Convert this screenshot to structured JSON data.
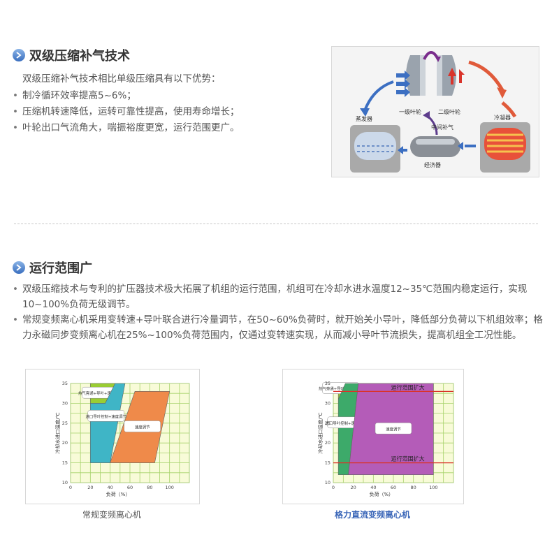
{
  "section1": {
    "title": "双级压缩补气技术",
    "intro": "双级压缩补气技术相比单级压缩具有以下优势：",
    "bullets": [
      "制冷循环效率提高5~6%；",
      "压缩机转速降低，运转可靠性提高，使用寿命增长；",
      "叶轮出口气流角大，喘振裕度更宽，运行范围更广。"
    ],
    "diagram": {
      "evaporator": "蒸发器",
      "impeller1": "一级叶轮",
      "impeller2": "二级叶轮",
      "condenser": "冷凝器",
      "injection": "中间补气",
      "economizer": "经济器"
    }
  },
  "section2": {
    "title": "运行范围广",
    "bullets": [
      "双级压缩技术与专利的扩压器技术极大拓展了机组的运行范围，机组可在冷却水进水温度12~35℃范围内稳定运行，实现10~100%负荷无级调节。",
      "常规变频离心机采用变转速+导叶联合进行冷量调节，在50~60%负荷时，就开始关小导叶，降低部分负荷以下机组效率；格力永磁同步变频离心机在25%~100%负荷范围内，仅通过变转速实现，从而减小导叶节流损失，提高机组全工况性能。"
    ]
  },
  "chart_data": [
    {
      "type": "area",
      "title": "常规变频离心机",
      "xlabel": "负荷（%）",
      "ylabel": "冷却水进口温度/℃",
      "xlim": [
        0,
        120
      ],
      "ylim": [
        10,
        35
      ],
      "xticks": [
        0,
        20,
        40,
        60,
        80,
        100
      ],
      "yticks": [
        10,
        15,
        20,
        25,
        30,
        35
      ],
      "grid": true,
      "regions": [
        {
          "name": "热气旁通+导叶+速度调节",
          "color": "#9acd32",
          "points": [
            [
              20,
              30
            ],
            [
              35,
              30
            ],
            [
              45,
              35
            ],
            [
              20,
              35
            ]
          ]
        },
        {
          "name": "进口导叶控制+速度调节",
          "color": "#3fb5c6",
          "points": [
            [
              20,
              15
            ],
            [
              40,
              15
            ],
            [
              55,
              35
            ],
            [
              45,
              35
            ],
            [
              35,
              30
            ],
            [
              20,
              30
            ]
          ]
        },
        {
          "name": "速度调节",
          "color": "#ef8a4a",
          "points": [
            [
              40,
              15
            ],
            [
              85,
              15
            ],
            [
              100,
              33
            ],
            [
              65,
              33
            ]
          ]
        }
      ]
    },
    {
      "type": "area",
      "title": "格力直流变频离心机",
      "xlabel": "负荷（%）",
      "ylabel": "冷却水进口温度/℃",
      "xlim": [
        0,
        120
      ],
      "ylim": [
        10,
        35
      ],
      "xticks": [
        0,
        20,
        40,
        60,
        80,
        100
      ],
      "yticks": [
        10,
        15,
        20,
        25,
        30,
        35
      ],
      "grid": true,
      "regions": [
        {
          "name": "热气旁通+导叶+速度调节",
          "color": "#9acd32",
          "points": [
            [
              5,
              31
            ],
            [
              12,
              35
            ],
            [
              5,
              35
            ]
          ]
        },
        {
          "name": "进口导叶控制+速度调节",
          "color": "#3daa6a",
          "points": [
            [
              5,
              12
            ],
            [
              15,
              12
            ],
            [
              25,
              35
            ],
            [
              12,
              35
            ],
            [
              5,
              31
            ]
          ]
        },
        {
          "name": "速度调节",
          "color": "#b45cb8",
          "points": [
            [
              15,
              12
            ],
            [
              100,
              12
            ],
            [
              100,
              35
            ],
            [
              25,
              35
            ]
          ]
        }
      ],
      "annotations": [
        {
          "text": "运行范围扩大",
          "y": 33
        },
        {
          "text": "运行范围扩大",
          "y": 15
        }
      ]
    }
  ],
  "colors": {
    "accent": "#3a6fbf",
    "hot": "#d9332a",
    "cold": "#2f6fbf",
    "grid_bg": "#f8fbd8",
    "caption_blue": "#3a66b8"
  }
}
